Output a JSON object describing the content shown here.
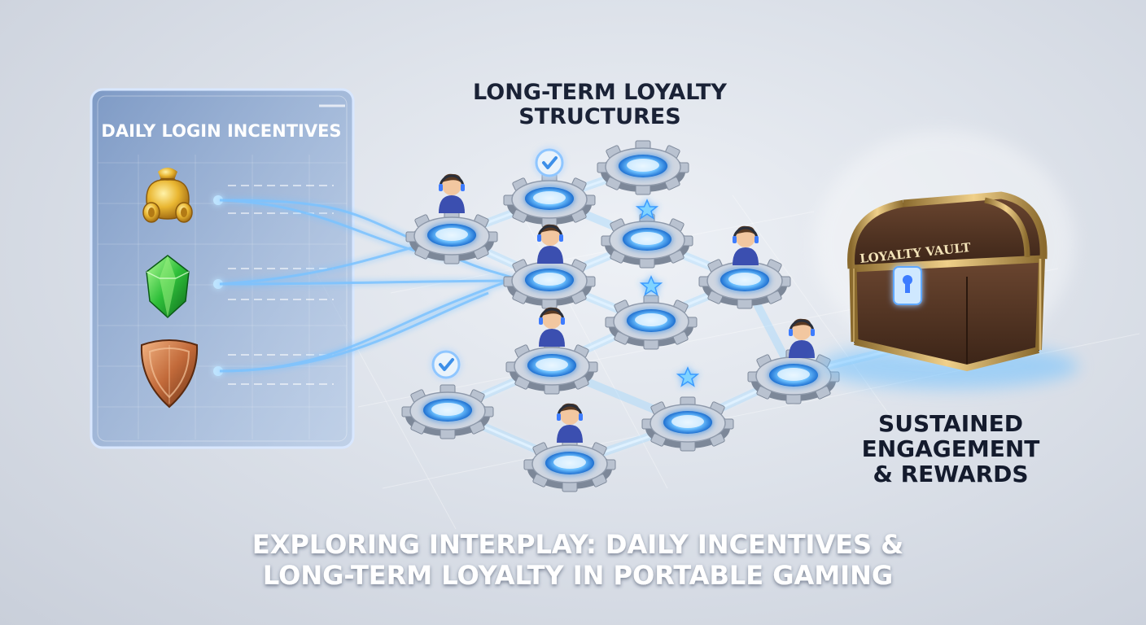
{
  "panel": {
    "title": "DAILY LOGIN INCENTIVES"
  },
  "header": {
    "line1": "LONG-TERM LOYALTY",
    "line2": "STRUCTURES"
  },
  "vault": {
    "label": "LOYALTY VAULT"
  },
  "outcome": {
    "line1": "SUSTAINED",
    "line2": "ENGAGEMENT",
    "line3": "& REWARDS"
  },
  "footer": {
    "line1": "EXPLORING INTERPLAY: DAILY INCENTIVES &",
    "line2": "LONG-TERM LOYALTY IN PORTABLE GAMING"
  },
  "colors": {
    "accent": "#4aa8ff",
    "title": "#1a2236",
    "gold": "#e0a928",
    "emerald": "#2fbf3a",
    "bronze": "#c26a3a"
  },
  "icons": {
    "incentives": [
      "gold-coin-bag-icon",
      "emerald-gem-icon",
      "bronze-shield-icon"
    ],
    "markers": [
      "checkmark-icon",
      "star-icon"
    ],
    "nodes": "gear-icon",
    "players": "gamer-avatar-icon"
  }
}
